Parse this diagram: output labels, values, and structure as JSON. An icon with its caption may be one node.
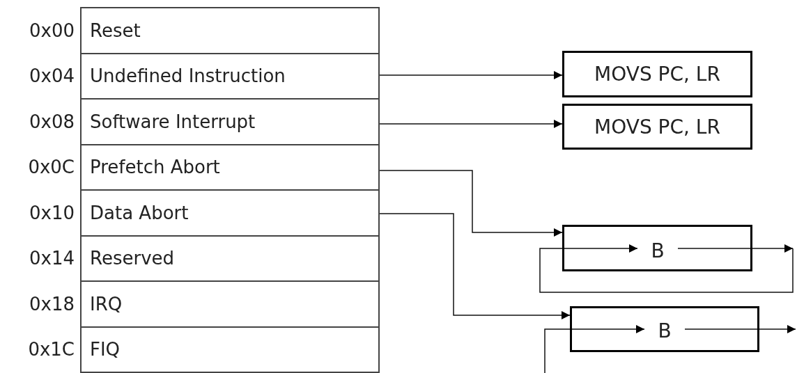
{
  "diagram": {
    "nodes": [
      {
        "text": [
          "Reset"
        ],
        "beside": [
          "0x00"
        ]
      },
      {
        "text": [
          "Undefined Instruction"
        ],
        "beside": [
          "0x04"
        ]
      },
      {
        "text": [
          "Software Interrupt"
        ],
        "beside": [
          "0x08"
        ]
      },
      {
        "text": [
          "Prefetch Abort"
        ],
        "beside": [
          "0x0C"
        ]
      },
      {
        "text": [
          "Data Abort"
        ],
        "beside": [
          "0x10"
        ]
      },
      {
        "text": [
          "Reserved"
        ],
        "beside": [
          "0x14"
        ]
      },
      {
        "text": [
          "IRQ"
        ],
        "beside": [
          "0x18"
        ]
      },
      {
        "text": [
          "FIQ"
        ],
        "beside": [
          "0x1C"
        ]
      },
      {
        "text": [
          "MOVS PC, LR"
        ]
      },
      {
        "text": [
          "MOVS PC, LR"
        ]
      },
      {
        "text": [],
        "shape": "box"
      },
      {
        "text": [
          "B"
        ],
        "in": 10
      },
      {
        "text": [],
        "shape": "box"
      },
      {
        "text": [
          "B"
        ],
        "in": 12
      }
    ],
    "edges": [
      {
        "from": 1,
        "to": 8,
        "arrow": "to"
      },
      {
        "from": 2,
        "to": 9,
        "arrow": "to"
      },
      {
        "from": 3,
        "to": 10,
        "arrow": "to"
      },
      {
        "from": 4,
        "to": 12,
        "arrow": "to"
      },
      {
        "from": 11,
        "to": null,
        "arrow": "to"
      },
      {
        "from": null,
        "to": 11,
        "arrow": "to"
      },
      {
        "from": 13,
        "to": null,
        "arrow": "to"
      },
      {
        "from": null,
        "to": 13,
        "arrow": "to"
      }
    ]
  }
}
